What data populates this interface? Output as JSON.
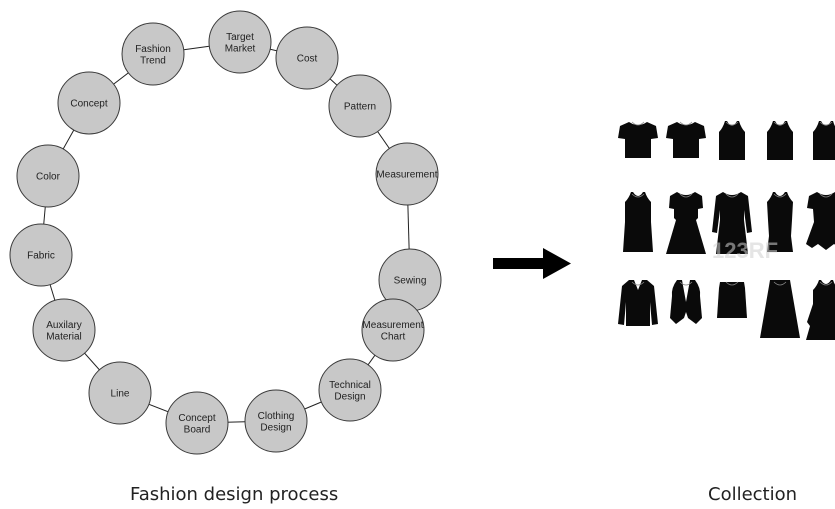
{
  "diagram": {
    "stages": [
      {
        "id": "target-market",
        "lines": [
          "Target",
          "Market"
        ]
      },
      {
        "id": "cost",
        "lines": [
          "Cost"
        ]
      },
      {
        "id": "pattern",
        "lines": [
          "Pattern"
        ]
      },
      {
        "id": "measurement",
        "lines": [
          "Measurement"
        ]
      },
      {
        "id": "sewing",
        "lines": [
          "Sewing"
        ]
      },
      {
        "id": "measurement-chart",
        "lines": [
          "Measurement",
          "Chart"
        ]
      },
      {
        "id": "technical-design",
        "lines": [
          "Technical",
          "Design"
        ]
      },
      {
        "id": "clothing-design",
        "lines": [
          "Clothing",
          "Design"
        ]
      },
      {
        "id": "concept-board",
        "lines": [
          "Concept",
          "Board"
        ]
      },
      {
        "id": "line",
        "lines": [
          "Line"
        ]
      },
      {
        "id": "auxilary-material",
        "lines": [
          "Auxilary",
          "Material"
        ]
      },
      {
        "id": "fabric",
        "lines": [
          "Fabric"
        ]
      },
      {
        "id": "color",
        "lines": [
          "Color"
        ]
      },
      {
        "id": "concept",
        "lines": [
          "Concept"
        ]
      },
      {
        "id": "fashion-trend",
        "lines": [
          "Fashion",
          "Trend"
        ]
      }
    ],
    "process_caption": "Fashion design process",
    "collection_caption": "Collection",
    "watermark": "123RF",
    "colors": {
      "node_fill": "#c8c8c8",
      "node_stroke": "#3a3a3a",
      "garment": "#0a0a0a",
      "arrow": "#000000"
    }
  },
  "collection": {
    "garments": [
      "t-shirt-icon",
      "t-shirt-icon",
      "tank-top-icon",
      "tank-top-icon",
      "tank-top-icon",
      "sleeveless-dress-icon",
      "belted-dress-icon",
      "long-sleeve-dress-icon",
      "sheath-dress-icon",
      "ruffle-dress-icon",
      "cardigan-icon",
      "vest-icon",
      "pencil-skirt-icon",
      "pleated-skirt-icon",
      "tiered-skirt-icon"
    ]
  }
}
